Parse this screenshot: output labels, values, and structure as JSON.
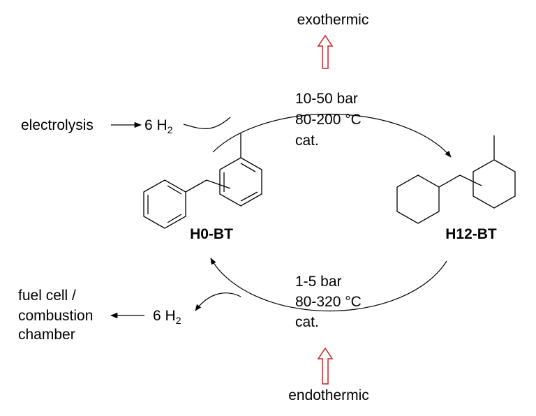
{
  "top_label": "exothermic",
  "bottom_label": "endothermic",
  "hydrogenation": {
    "conditions": [
      "10-50 bar",
      "80-200 °C",
      "cat."
    ],
    "h2_source": "electrolysis",
    "h2_count": "6 H",
    "h2_subscript": "2"
  },
  "dehydrogenation": {
    "conditions": [
      "1-5 bar",
      "80-320 °C",
      "cat."
    ],
    "h2_destination": [
      "fuel cell /",
      "combustion",
      "chamber"
    ],
    "h2_count": "6 H",
    "h2_subscript": "2"
  },
  "compounds": {
    "left": "H0-BT",
    "right": "H12-BT"
  },
  "colors": {
    "heat_arrow": "#cc2222",
    "line": "#000000"
  }
}
